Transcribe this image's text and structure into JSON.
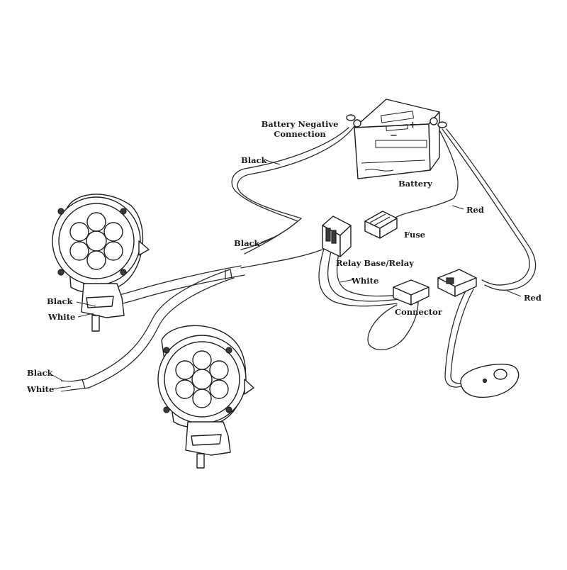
{
  "labels": {
    "battery_negative_line1": "Battery Negative",
    "battery_negative_line2": "Connection",
    "battery": "Battery",
    "black_top": "Black",
    "red_top": "Red",
    "black_mid": "Black",
    "fuse": "Fuse",
    "relay": "Relay Base/Relay",
    "white_mid": "White",
    "red_right": "Red",
    "connector": "Connector",
    "black_light": "Black",
    "white_light": "White",
    "black_end": "Black",
    "white_end": "White"
  },
  "battery_symbols": {
    "minus": "−",
    "plus": "+"
  },
  "colors": {
    "line": "#2b2b2b",
    "background": "#ffffff",
    "dark": "#3a3a3a"
  }
}
